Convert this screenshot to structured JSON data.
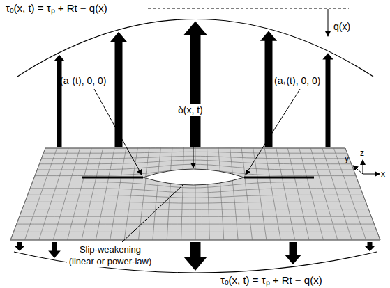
{
  "diagram": {
    "labels": [
      "τₒ(x, t) = τₚ + Rt − q(x)",
      "q(x)",
      "(a₋(t), 0, 0)",
      "(a₊(t), 0, 0)",
      "δ(x, t)",
      "Slip-weakening (linear or power-law)",
      "τₒ(x, t) = τₚ + Rt − q(x)",
      "y",
      "z",
      "x"
    ]
  }
}
